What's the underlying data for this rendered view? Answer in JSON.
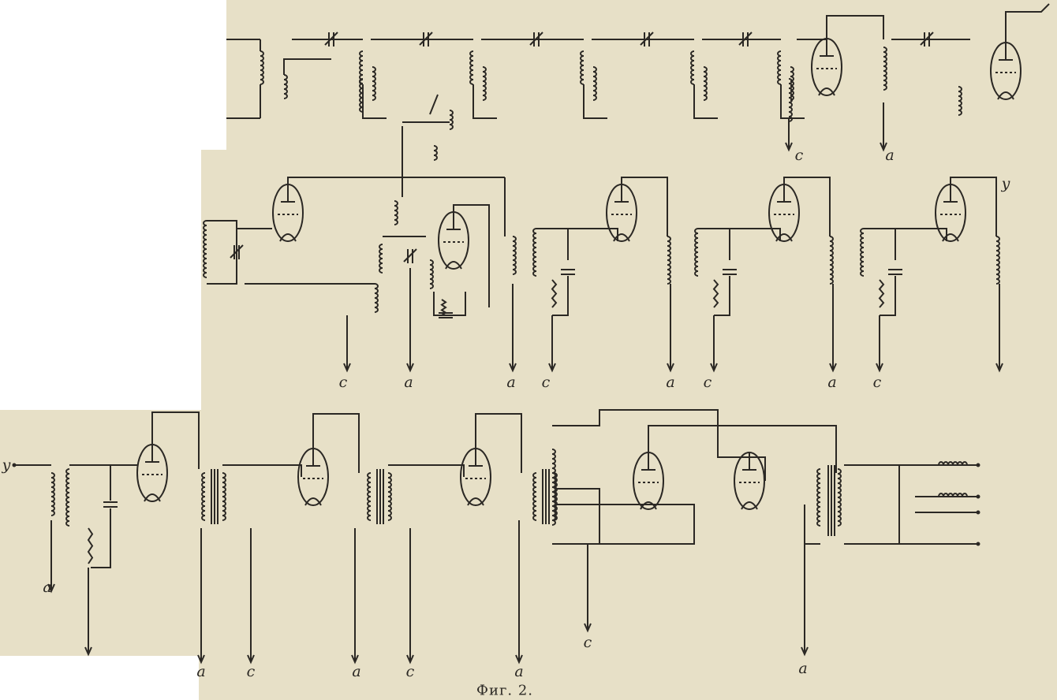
{
  "figure": {
    "caption": "Фиг. 2.",
    "colors": {
      "paper": "#e7e0c7",
      "ink": "#2b2824"
    },
    "terminals": {
      "row1": [
        "c",
        "a"
      ],
      "row2": [
        "y",
        "c",
        "a",
        "a",
        "c",
        "a",
        "c",
        "a",
        "c"
      ],
      "row3": [
        "y",
        "a",
        "a",
        "c",
        "a",
        "c",
        "a",
        "c",
        "a"
      ]
    }
  }
}
